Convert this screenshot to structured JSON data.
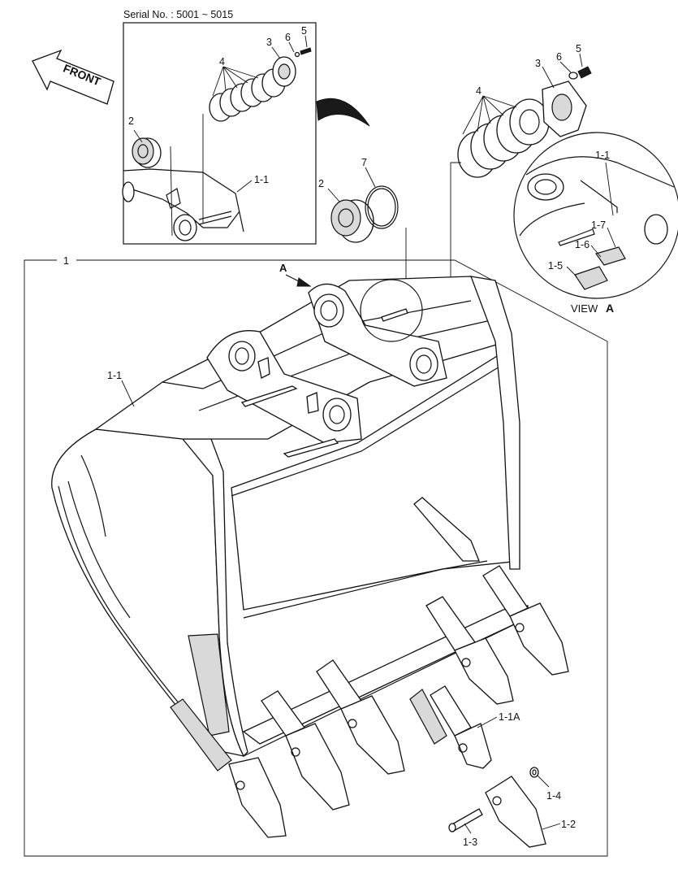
{
  "header": {
    "serial": "Serial No. : 5001 ~ 5015"
  },
  "front_arrow": {
    "label": "FRONT"
  },
  "view": {
    "prefix": "VIEW",
    "letter": "A"
  },
  "arrow_a": {
    "label": "A"
  },
  "labels": {
    "n1": "1",
    "n1_1": "1-1",
    "n1_1a": "1-1A",
    "n1_2": "1-2",
    "n1_3": "1-3",
    "n1_4": "1-4",
    "n1_5": "1-5",
    "n1_6": "1-6",
    "n1_7": "1-7",
    "n2": "2",
    "n3": "3",
    "n4": "4",
    "n5": "5",
    "n6": "6",
    "n7": "7"
  }
}
